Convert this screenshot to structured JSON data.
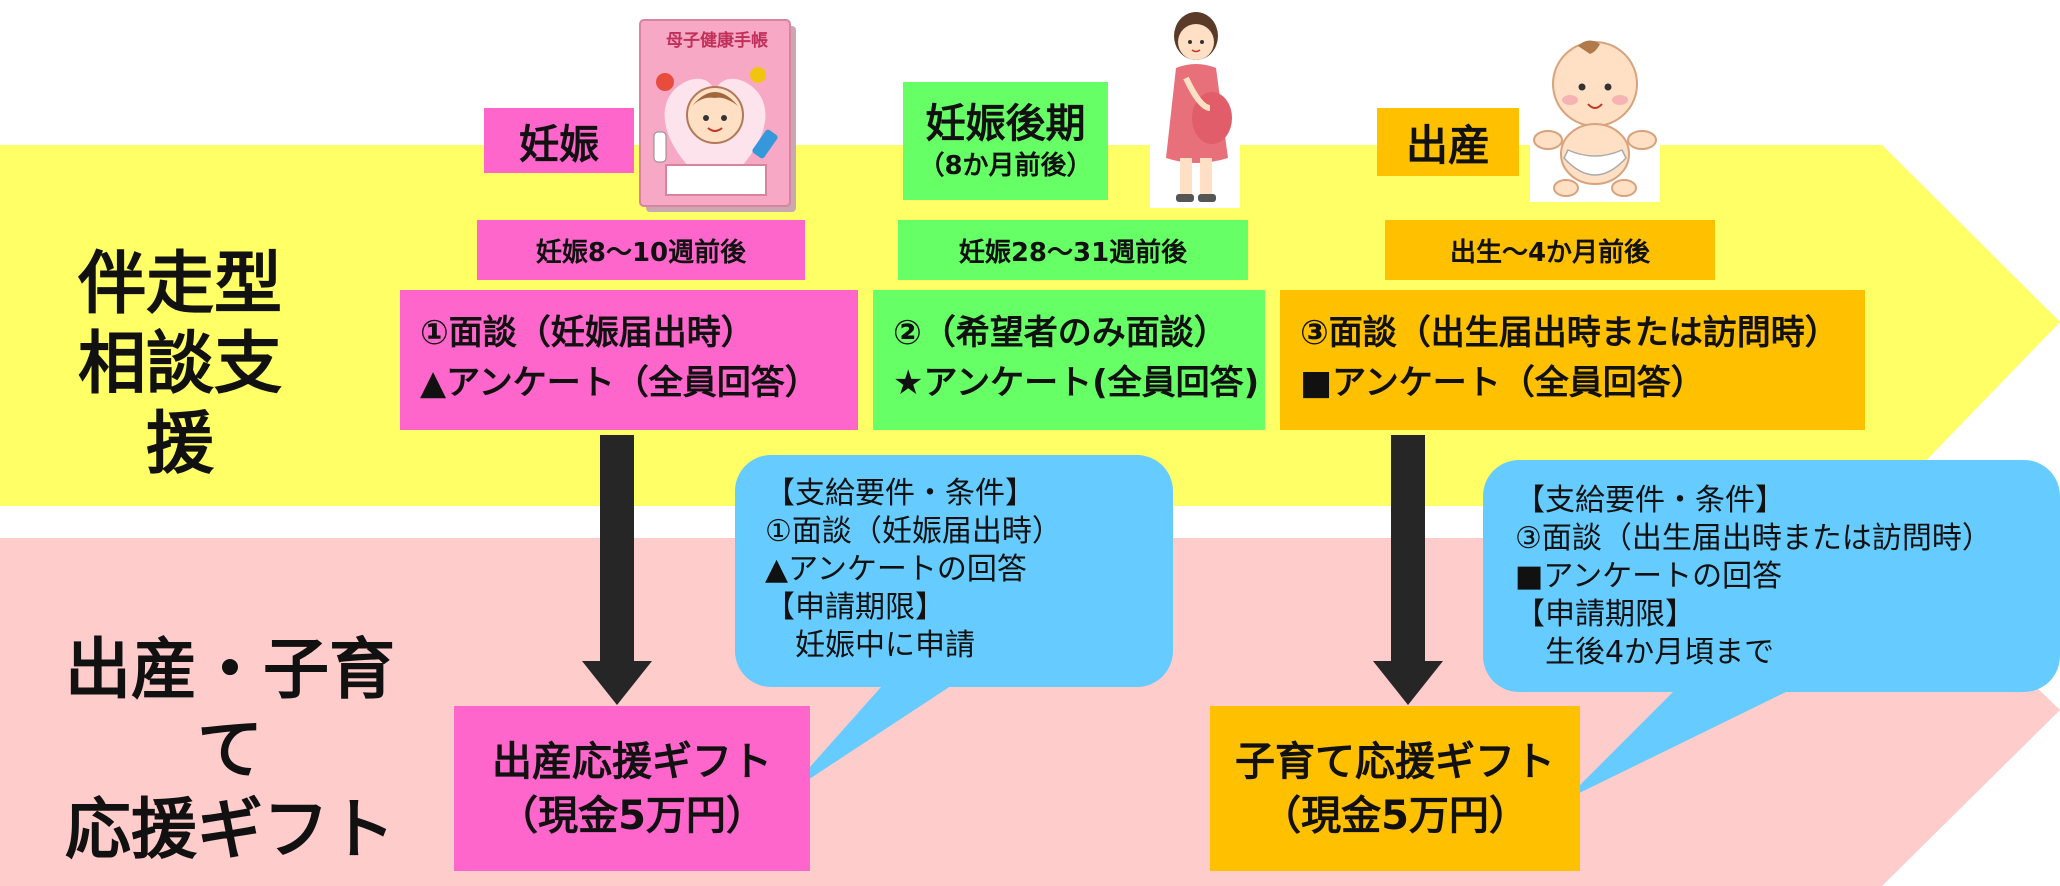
{
  "rows": {
    "top_label": [
      "伴走型",
      "相談支援"
    ],
    "bottom_label": [
      "出産・子育て",
      "応援ギフト"
    ]
  },
  "stages": [
    {
      "title": "妊娠",
      "subtitle": "",
      "timing": "妊娠8～10週前後",
      "line1": "①面談（妊娠届出時）",
      "line2": "▲アンケート（全員回答）",
      "color": "#ff66cc"
    },
    {
      "title": "妊娠後期",
      "subtitle": "（8か月前後）",
      "timing": "妊娠28～31週前後",
      "line1": "②（希望者のみ面談）",
      "line2": "★アンケート(全員回答)",
      "color": "#66ff66"
    },
    {
      "title": "出産",
      "subtitle": "",
      "timing": "出生～4か月前後",
      "line1": "③面談（出生届出時または訪問時）",
      "line2": "■アンケート（全員回答）",
      "color": "#ffc000"
    }
  ],
  "callouts": [
    {
      "lines": [
        "【支給要件・条件】",
        "①面談（妊娠届出時）",
        "▲アンケートの回答",
        "【申請期限】",
        "　妊娠中に申請"
      ]
    },
    {
      "lines": [
        "【支給要件・条件】",
        "③面談（出生届出時または訪問時）",
        "■アンケートの回答",
        "【申請期限】",
        "　生後4か月頃まで"
      ]
    }
  ],
  "gifts": [
    {
      "name": "出産応援ギフト",
      "amount": "（現金5万円）",
      "color": "#ff66cc"
    },
    {
      "name": "子育て応援ギフト",
      "amount": "（現金5万円）",
      "color": "#ffc000"
    }
  ],
  "illustrations": {
    "handbook_title": "母子健康手帳",
    "handbook_icon": "maternal-handbook-illustration",
    "pregnant_icon": "pregnant-woman-illustration",
    "baby_icon": "baby-illustration"
  },
  "colors": {
    "top_band": "#ffff66",
    "bottom_band": "#ffcccc",
    "callout": "#66ccff",
    "arrow": "#262626"
  }
}
